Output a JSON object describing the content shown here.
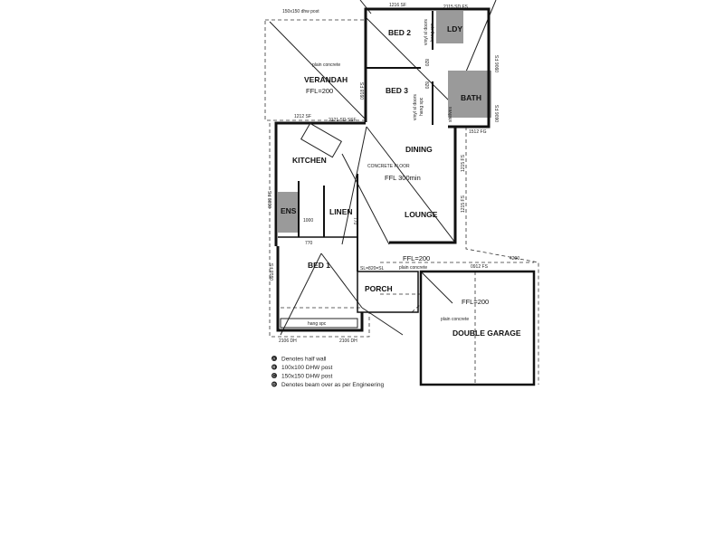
{
  "plan": {
    "rooms": {
      "bed2": "BED 2",
      "ldy": "LDY",
      "bed3": "BED 3",
      "bath": "BATH",
      "verandah": "VERANDAH",
      "kitchen": "KITCHEN",
      "dining": "DINING",
      "lounge": "LOUNGE",
      "ens": "ENS",
      "linen": "LINEN",
      "bed1": "BED 1",
      "porch": "PORCH",
      "garage": "DOUBLE GARAGE"
    },
    "notes": {
      "verandah_surface": "plain concrete",
      "verandah_ffl": "FFL=200",
      "concrete_floor": "CONCRETE FLOOR",
      "ffl_300": "FFL 300min",
      "porch_ffl": "FFL=200",
      "porch_surface": "plain concrete",
      "garage_ffl": "FFL=200",
      "garage_surface": "plain concrete",
      "post_note": "150x150 dhw post",
      "hang_spc": "hang spc",
      "vinyl_doors_1": "vinyl sl doors",
      "vinyl_doors_2": "vinyl sl doors",
      "shelves": "shelves",
      "hang_spc_2": "hang spc",
      "hang_spc_3": "hang spc"
    },
    "dimensions": {
      "w_bed2": "1216 SF",
      "w_ldy": "2115 SD FS",
      "w_ver1": "1212 SF",
      "w_ver2": "2121 SD SSF",
      "w_bath": "1512 FG",
      "w_bed3": "0918 FS",
      "w_right1": "1215 FS",
      "w_right2": "1215 FS",
      "w_ens": "0609 FS",
      "w_bed1": "0918 FS",
      "w_dh1": "2106 DH",
      "w_dh2": "2106 DH",
      "garage_w": "4200",
      "garage_win": "0912 FS",
      "door_820a": "820",
      "door_820b": "820",
      "door_770a": "770",
      "door_770b": "770",
      "door_sl": "SL=820=SL",
      "door_1000": "1000",
      "w_bath2": "0906 FS",
      "w_bath3": "0606 FS"
    },
    "legend": [
      {
        "key": "A",
        "text": "Denotes half wall"
      },
      {
        "key": "B",
        "text": "100x100 DHW post"
      },
      {
        "key": "C",
        "text": "150x150 DHW post"
      },
      {
        "key": "D",
        "text": "Denotes beam over as per Engineering"
      }
    ]
  }
}
